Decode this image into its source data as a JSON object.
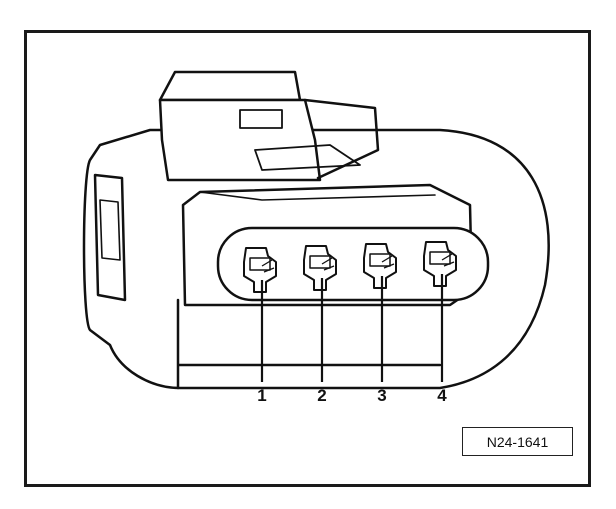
{
  "figure": {
    "pins": [
      {
        "label": "1"
      },
      {
        "label": "2"
      },
      {
        "label": "3"
      },
      {
        "label": "4"
      }
    ],
    "reference_code": "N24-1641",
    "line_color": "#111111",
    "fill_color": "#ffffff"
  }
}
